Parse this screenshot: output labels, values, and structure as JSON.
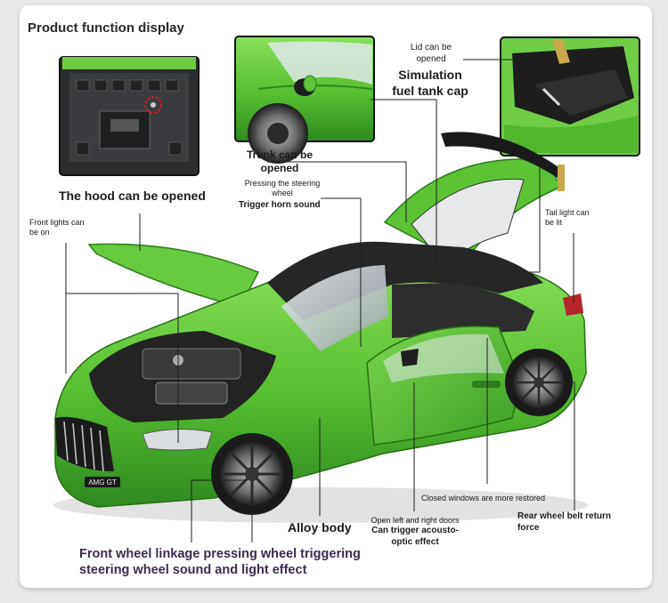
{
  "header": {
    "title": "Product function display"
  },
  "callouts": {
    "hood": "The hood can be opened",
    "front_lights": [
      "Front lights can",
      "be on"
    ],
    "lid": [
      "Lid can be",
      "opened"
    ],
    "fuel_cap": [
      "Simulation",
      "fuel tank cap"
    ],
    "trunk": [
      "Trunk can be",
      "opened"
    ],
    "steering": [
      "Pressing the steering",
      "wheel"
    ],
    "horn": "Trigger horn sound",
    "tail_light": [
      "Tail light can",
      "be lit"
    ],
    "windows": "Closed windows are more restored",
    "alloy": "Alloy body",
    "doors": [
      "Open left and right doors",
      "Can trigger acousto-",
      "optic effect"
    ],
    "rear_wheel": [
      "Rear wheel belt return",
      "force"
    ],
    "front_wheel": [
      "Front wheel linkage pressing wheel triggering",
      "steering wheel sound and light effect"
    ]
  },
  "colors": {
    "car_green": "#5cc43a",
    "car_dark": "#2f8a1f",
    "roof": "#2b2b2b",
    "accent_text": "#3d2c4e"
  },
  "badge": "AMG GT"
}
